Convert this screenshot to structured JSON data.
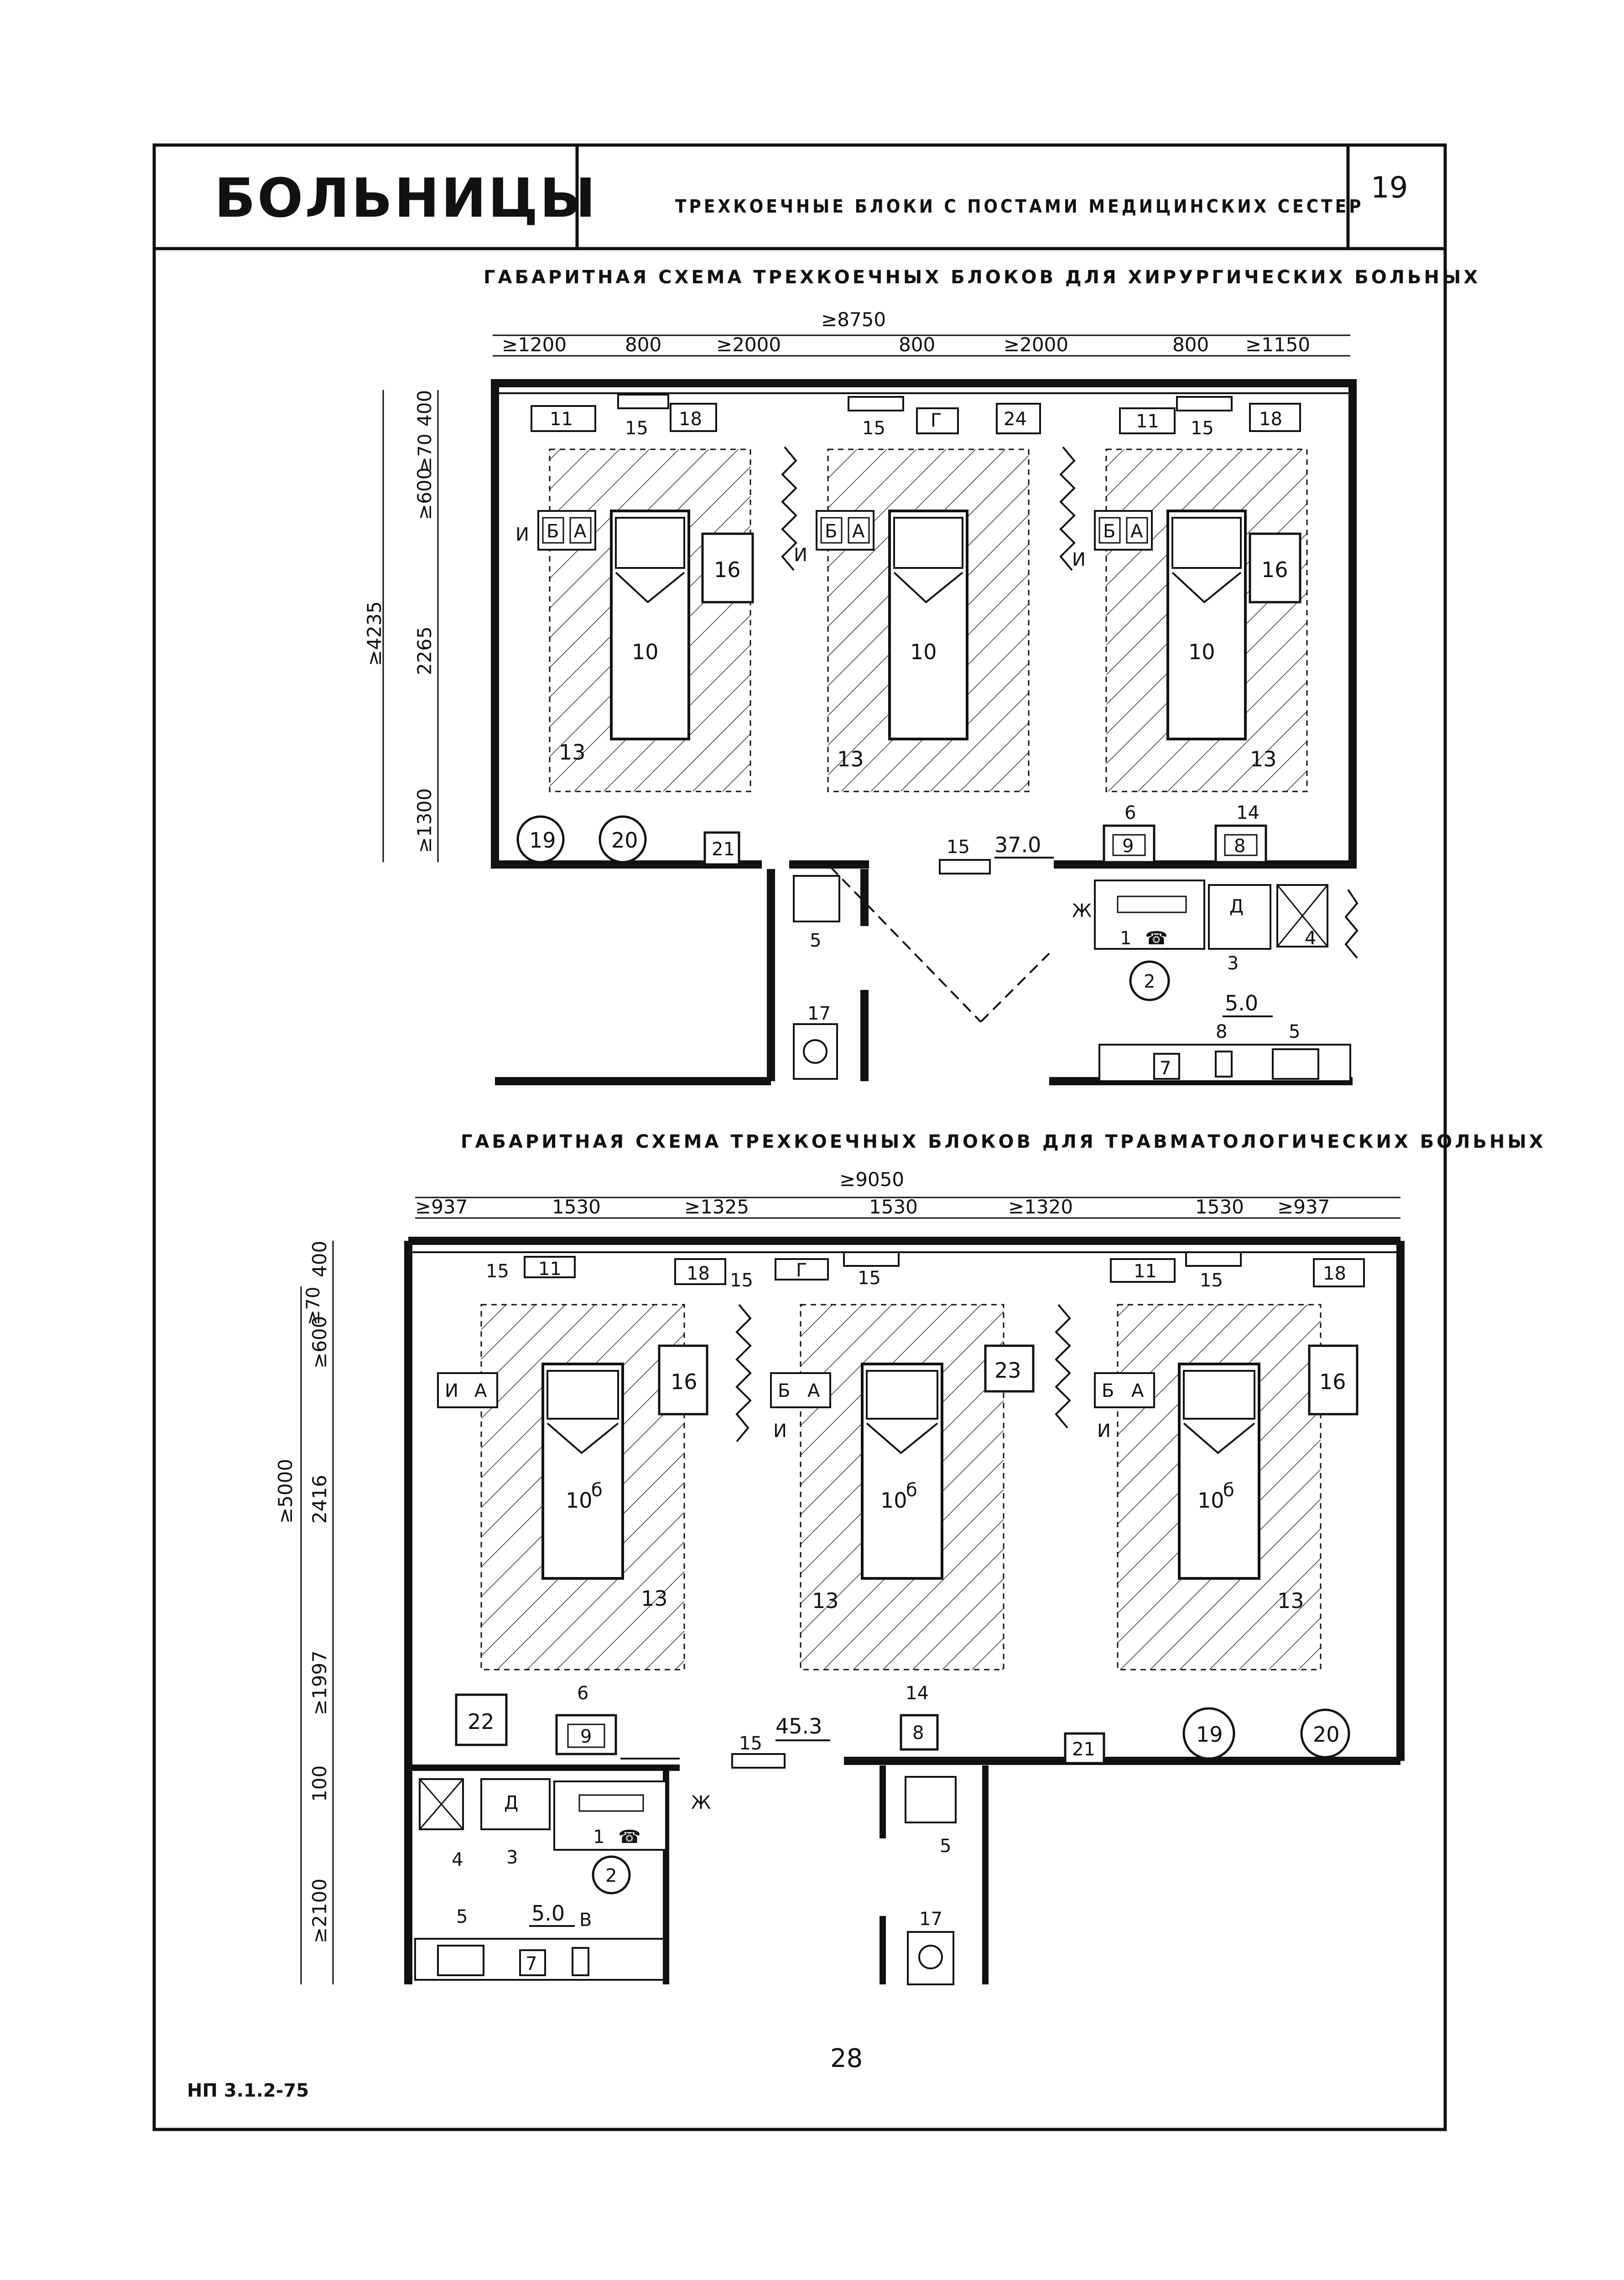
{
  "header": {
    "title": "БОЛЬНИЦЫ",
    "subtitle": "ТРЕХКОЕЧНЫЕ БЛОКИ С ПОСТАМИ МЕДИЦИНСКИХ СЕСТЕР",
    "sheet_number": "19"
  },
  "plan1": {
    "title": "ГАБАРИТНАЯ СХЕМА ТРЕХКОЕЧНЫХ БЛОКОВ ДЛЯ ХИРУРГИЧЕСКИХ БОЛЬНЫХ",
    "overall_width": "≥8750",
    "segments": [
      "≥1200",
      "800",
      "≥2000",
      "800",
      "≥2000",
      "800",
      "≥1150"
    ],
    "vertical_total": "≥4235",
    "vertical_segments": [
      "400",
      "≥70",
      "≥600",
      "2265",
      "≥1300"
    ],
    "area": "37.0",
    "nurse_area": "5.0"
  },
  "plan2": {
    "title": "ГАБАРИТНАЯ СХЕМА ТРЕХКОЕЧНЫХ БЛОКОВ ДЛЯ ТРАВМАТОЛОГИЧЕСКИХ БОЛЬНЫХ",
    "overall_width": "≥9050",
    "segments": [
      "≥937",
      "1530",
      "≥1325",
      "1530",
      "≥1320",
      "1530",
      "≥937"
    ],
    "vertical_total": "≥5000",
    "vertical_segments": [
      "400",
      "≥70",
      "≥600",
      "2416",
      "≥1997",
      "100",
      "≥2100"
    ],
    "area": "45.3",
    "nurse_area": "5.0"
  },
  "labels": {
    "bed": "10",
    "bed_b": "10",
    "bed_b_sup": "б",
    "n11": "11",
    "n13": "13",
    "n14": "14",
    "n15": "15",
    "n16": "16",
    "n17": "17",
    "n18": "18",
    "n19": "19",
    "n20": "20",
    "n21": "21",
    "n22": "22",
    "n23": "23",
    "n24": "24",
    "n1": "1",
    "n2": "2",
    "n3": "3",
    "n4": "4",
    "n5": "5",
    "n6": "6",
    "n7": "7",
    "n8": "8",
    "n9": "9",
    "B": "Б",
    "A": "А",
    "I": "И",
    "G": "Г",
    "D": "Д",
    "Zh": "Ж",
    "V": "В"
  },
  "footer": {
    "code": "НП 3.1.2-75",
    "page_number": "28"
  }
}
